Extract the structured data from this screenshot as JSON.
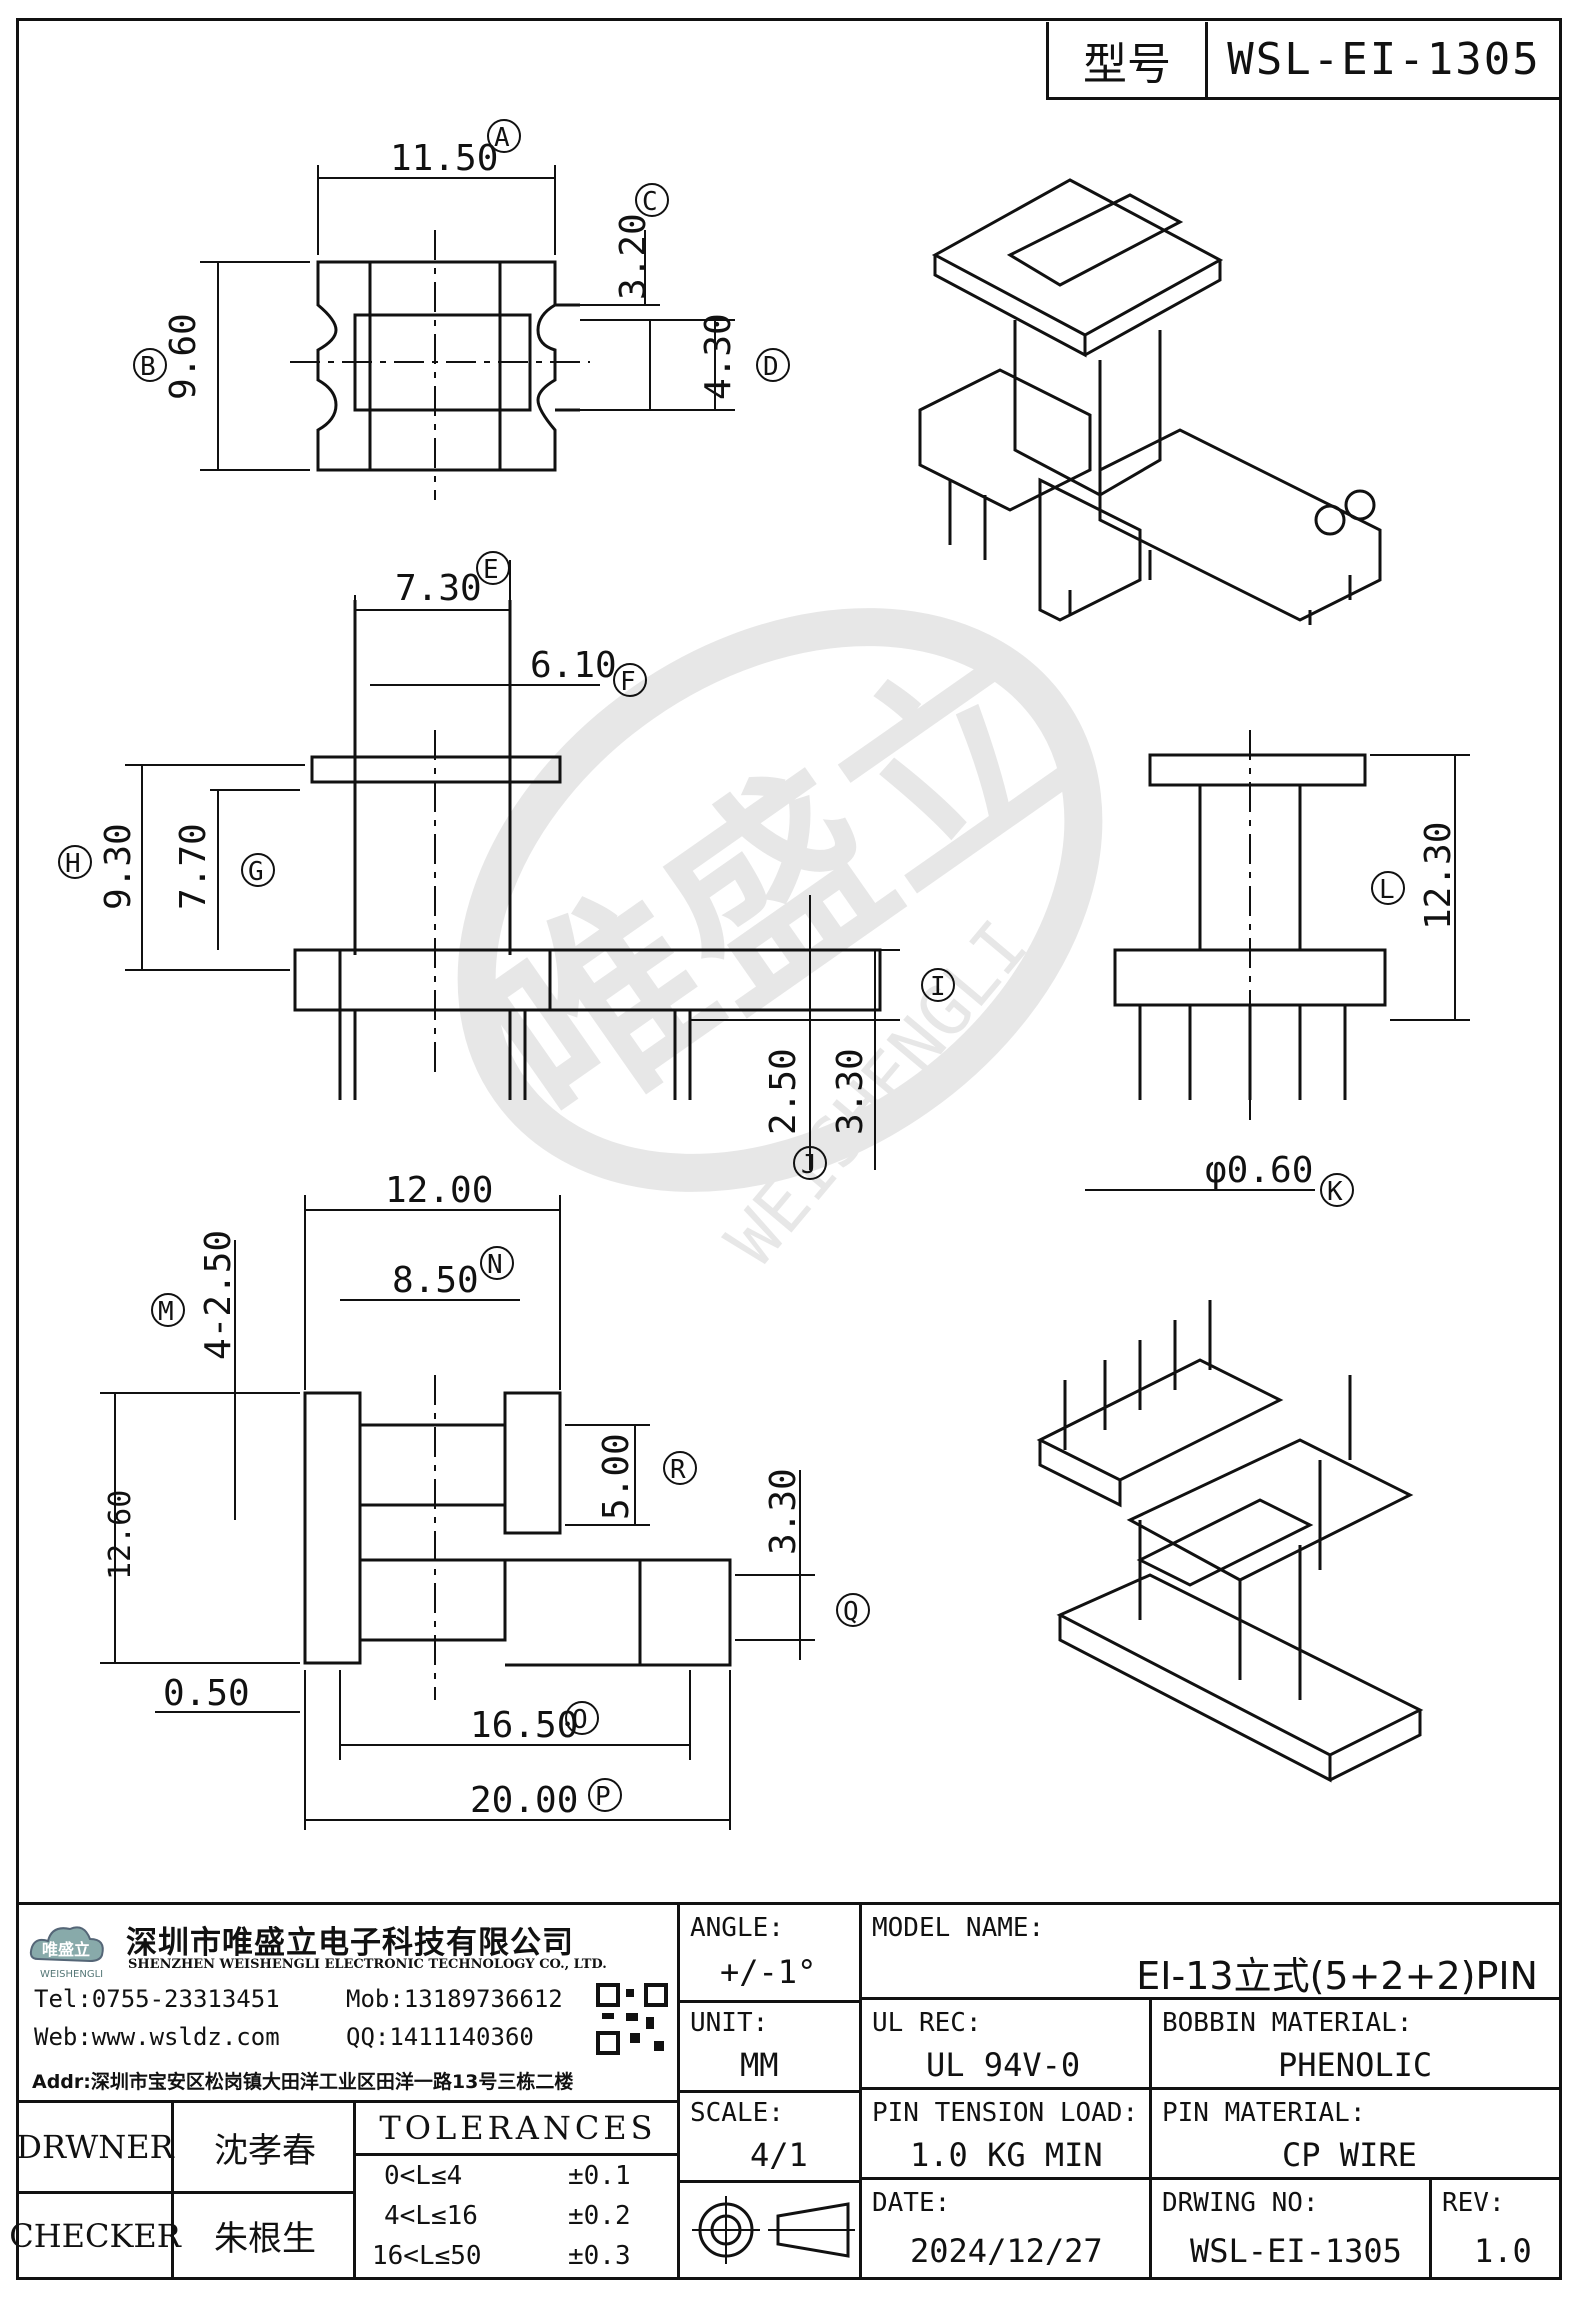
{
  "model_box": {
    "label": "型号",
    "value": "WSL-EI-1305"
  },
  "views": {
    "top": {
      "d_a": "11.50",
      "m_a": "A",
      "d_b": "9.60",
      "m_b": "B",
      "d_c": "3.20",
      "m_c": "C",
      "d_d": "4.30",
      "m_d": "D"
    },
    "front": {
      "d_e": "7.30",
      "m_e": "E",
      "d_f": "6.10",
      "m_f": "F",
      "d_h": "9.30",
      "m_h": "H",
      "d_g": "7.70",
      "m_g": "G",
      "d_j": "2.50",
      "d_i": "3.30",
      "m_i": "I",
      "m_j": "J"
    },
    "side": {
      "d_l": "12.30",
      "m_l": "L",
      "d_k": "φ0.60",
      "m_k": "K"
    },
    "bottom": {
      "d_top": "12.00",
      "d_n": "8.50",
      "m_n": "N",
      "d_m": "4-2.50",
      "m_m": "M",
      "d_h": "12.60",
      "d_r": "5.00",
      "m_r": "R",
      "d_q": "3.30",
      "m_q": "Q",
      "d_050": "0.50",
      "d_o": "16.50",
      "m_o": "O",
      "d_p": "20.00",
      "m_p": "P"
    }
  },
  "watermark": {
    "brand_cn": "唯盛立",
    "brand_en": "WEISHENGLI"
  },
  "company": {
    "logo_cn": "唯盛立",
    "logo_en": "WEISHENGLI",
    "name_cn": "深圳市唯盛立电子科技有限公司",
    "name_en": "SHENZHEN WEISHENGLI ELECTRONIC TECHNOLOGY CO., LTD.",
    "tel": "Tel:0755-23313451",
    "mob": "Mob:13189736612",
    "web": "Web:www.wsldz.com",
    "qq": "QQ:1411140360",
    "addr": "Addr:深圳市宝安区松岗镇大田洋工业区田洋一路13号三栋二楼"
  },
  "title_block": {
    "angle_label": "ANGLE:",
    "angle_value": "+/-1°",
    "model_label": "MODEL NAME:",
    "model_value": "EI-13立式(5+2+2)PIN",
    "unit_label": "UNIT:",
    "unit_value": "MM",
    "ul_label": "UL REC:",
    "ul_value": "UL 94V-0",
    "bobbin_label": "BOBBIN MATERIAL:",
    "bobbin_value": "PHENOLIC",
    "scale_label": "SCALE:",
    "scale_value": "4/1",
    "pin_load_label": "PIN TENSION LOAD:",
    "pin_load_value": "1.0 KG MIN",
    "pin_mat_label": "PIN MATERIAL:",
    "pin_mat_value": "CP WIRE",
    "date_label": "DATE:",
    "date_value": "2024/12/27",
    "drw_label": "DRWING NO:",
    "drw_value": "WSL-EI-1305",
    "rev_label": "REV:",
    "rev_value": "1.0",
    "drawer_label": "DRWNER",
    "drawer_value": "沈孝春",
    "checker_label": "CHECKER",
    "checker_value": "朱根生",
    "tol_title": "TOLERANCES",
    "tol_rows": [
      {
        "range": "0<L≤4",
        "value": "±0.1"
      },
      {
        "range": "4<L≤16",
        "value": "±0.2"
      },
      {
        "range": "16<L≤50",
        "value": "±0.3"
      }
    ]
  }
}
